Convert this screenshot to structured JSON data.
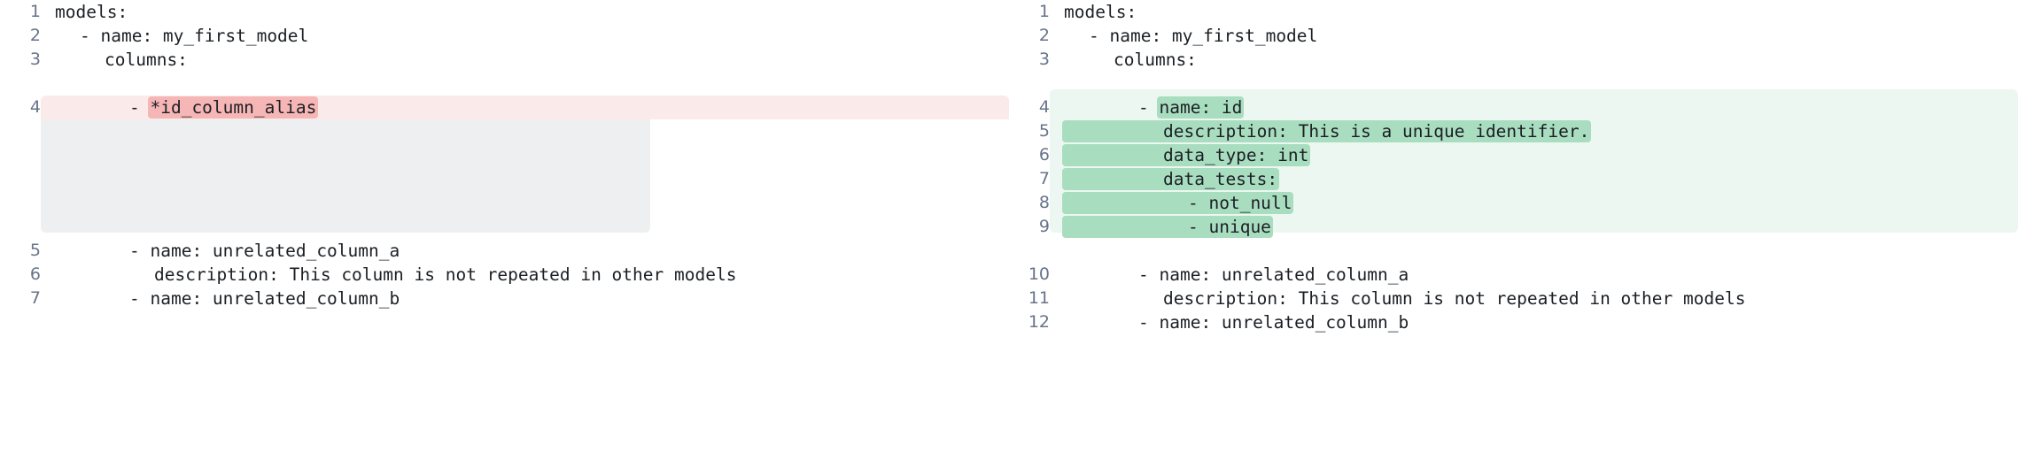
{
  "view": {
    "kind": "side-by-side-yaml-diff",
    "colors": {
      "delete_row_bg": "#fbeaea",
      "delete_token_bg": "#f6b6b6",
      "add_row_bg": "#ebf7f0",
      "add_token_bg": "#a9ddc0",
      "filler_bg": "#eeeff0",
      "gutter_text": "#68748a",
      "code_text": "#1b1f24",
      "page_bg": "#ffffff"
    }
  },
  "left": {
    "label": "before",
    "lines": [
      {
        "num": "1",
        "text": "models:",
        "type": "context",
        "indent": 0
      },
      {
        "num": "2",
        "text": "- name: my_first_model",
        "type": "context",
        "indent": 2
      },
      {
        "num": "3",
        "text": "columns:",
        "type": "context",
        "indent": 4
      },
      {
        "num": "4",
        "prefix": "- ",
        "token": "*id_column_alias",
        "text": "- *id_column_alias",
        "type": "delete",
        "indent": 6
      },
      {
        "num": "5",
        "text": "- name: unrelated_column_a",
        "type": "context",
        "indent": 6
      },
      {
        "num": "6",
        "text": "description: This column is not repeated in other models",
        "type": "context",
        "indent": 8
      },
      {
        "num": "7",
        "text": "- name: unrelated_column_b",
        "type": "context",
        "indent": 6
      }
    ]
  },
  "right": {
    "label": "after",
    "lines": [
      {
        "num": "1",
        "text": "models:",
        "type": "context",
        "indent": 0
      },
      {
        "num": "2",
        "text": "- name: my_first_model",
        "type": "context",
        "indent": 2
      },
      {
        "num": "3",
        "text": "columns:",
        "type": "context",
        "indent": 4
      },
      {
        "num": "4",
        "prefix": "- ",
        "token": "name: id",
        "text": "- name: id",
        "type": "add",
        "indent": 6
      },
      {
        "num": "5",
        "token": "description: This is a unique identifier.",
        "text": "description: This is a unique identifier.",
        "type": "add",
        "indent": 8
      },
      {
        "num": "6",
        "token": "data_type: int",
        "text": "data_type: int",
        "type": "add",
        "indent": 8
      },
      {
        "num": "7",
        "token": "data_tests:",
        "text": "data_tests:",
        "type": "add",
        "indent": 8
      },
      {
        "num": "8",
        "token": "- not_null",
        "text": "- not_null",
        "type": "add",
        "indent": 10
      },
      {
        "num": "9",
        "token": "- unique",
        "text": "- unique",
        "type": "add",
        "indent": 10
      },
      {
        "num": "10",
        "text": "- name: unrelated_column_a",
        "type": "context",
        "indent": 6
      },
      {
        "num": "11",
        "text": "description: This column is not repeated in other models",
        "type": "context",
        "indent": 8
      },
      {
        "num": "12",
        "text": "- name: unrelated_column_b",
        "type": "context",
        "indent": 6
      }
    ]
  }
}
